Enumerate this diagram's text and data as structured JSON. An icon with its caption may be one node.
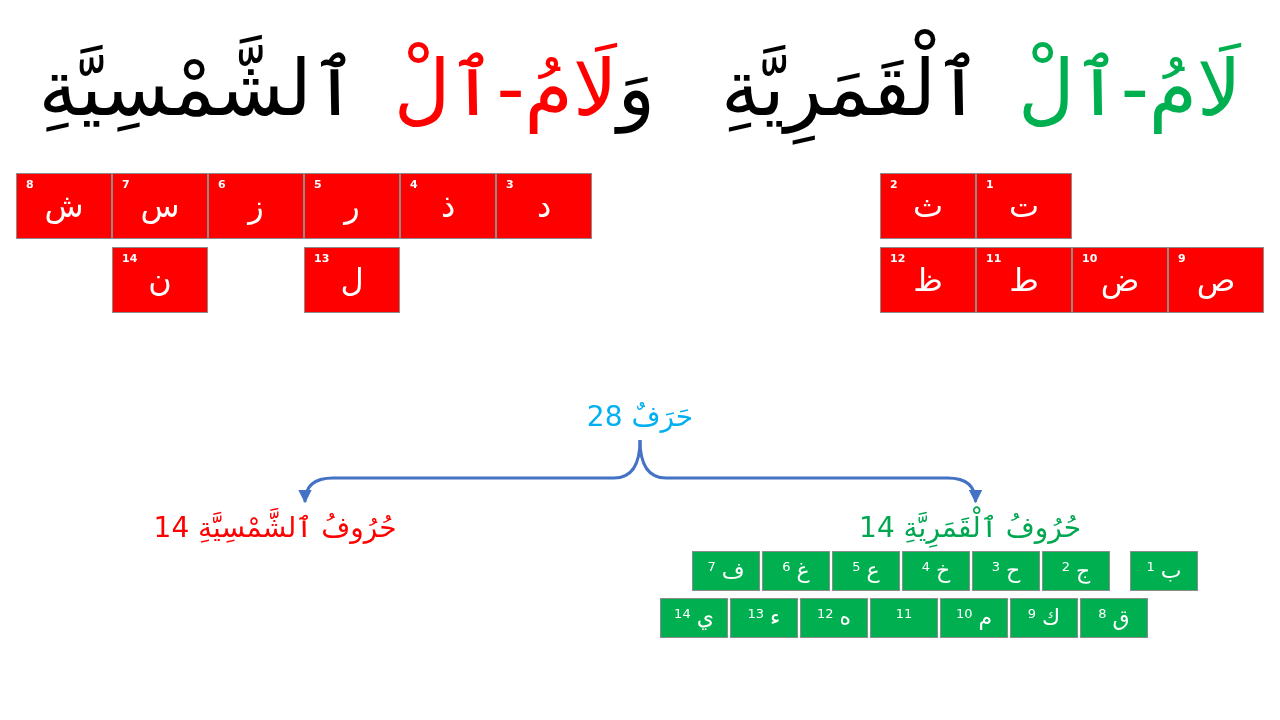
{
  "diagram": {
    "nodes": [
      {
        "text": [
          "1",
          "ت"
        ]
      },
      {
        "text": [
          "2",
          "ث"
        ]
      },
      {
        "text": [
          "3",
          "د"
        ]
      },
      {
        "text": [
          "4",
          "ذ"
        ]
      },
      {
        "text": [
          "5",
          "ر"
        ]
      },
      {
        "text": [
          "6",
          "ز"
        ]
      },
      {
        "text": [
          "7",
          "س"
        ]
      },
      {
        "text": [
          "8",
          "ش"
        ]
      },
      {
        "text": [
          "9",
          "ص"
        ]
      },
      {
        "text": [
          "10",
          "ض"
        ]
      },
      {
        "text": [
          "11",
          "ط"
        ]
      },
      {
        "text": [
          "12",
          "ظ"
        ]
      },
      {
        "text": [
          "13",
          "ل"
        ]
      },
      {
        "text": [
          "14",
          "ن"
        ]
      },
      {
        "text": [
          "حَرَفٌ 28"
        ]
      },
      {
        "text": [
          "حُرُوفُ ٱلْقَمَرِيَّةِ 14"
        ]
      },
      {
        "text": [
          "حُرُوفُ ٱلشَّمْسِيَّةِ 14"
        ]
      },
      {
        "text": [
          "ب",
          "1"
        ]
      },
      {
        "text": [
          "ج",
          "2"
        ]
      },
      {
        "text": [
          "ح",
          "3"
        ]
      },
      {
        "text": [
          "خ",
          "4"
        ]
      },
      {
        "text": [
          "ع",
          "5"
        ]
      },
      {
        "text": [
          "غ",
          "6"
        ]
      },
      {
        "text": [
          "ف",
          "7"
        ]
      },
      {
        "text": [
          "ق",
          "8"
        ]
      },
      {
        "text": [
          "ك",
          "9"
        ]
      },
      {
        "text": [
          "م",
          "10"
        ]
      },
      {
        "text": [
          "11"
        ]
      },
      {
        "text": [
          "ه",
          "12"
        ]
      },
      {
        "text": [
          "ء",
          "13"
        ]
      },
      {
        "text": [
          "ي",
          "14"
        ]
      }
    ],
    "edges": [
      {
        "from": 14,
        "to": 15,
        "arrow": "to"
      },
      {
        "from": 14,
        "to": 16,
        "arrow": "to"
      }
    ],
    "labels": [
      "لَامُ-ٱلْ",
      "ٱلْقَمَرِيَّةِ",
      "وَ",
      "لَامُ-ٱلْ",
      "ٱلشَّمْسِيَّةِ"
    ]
  }
}
